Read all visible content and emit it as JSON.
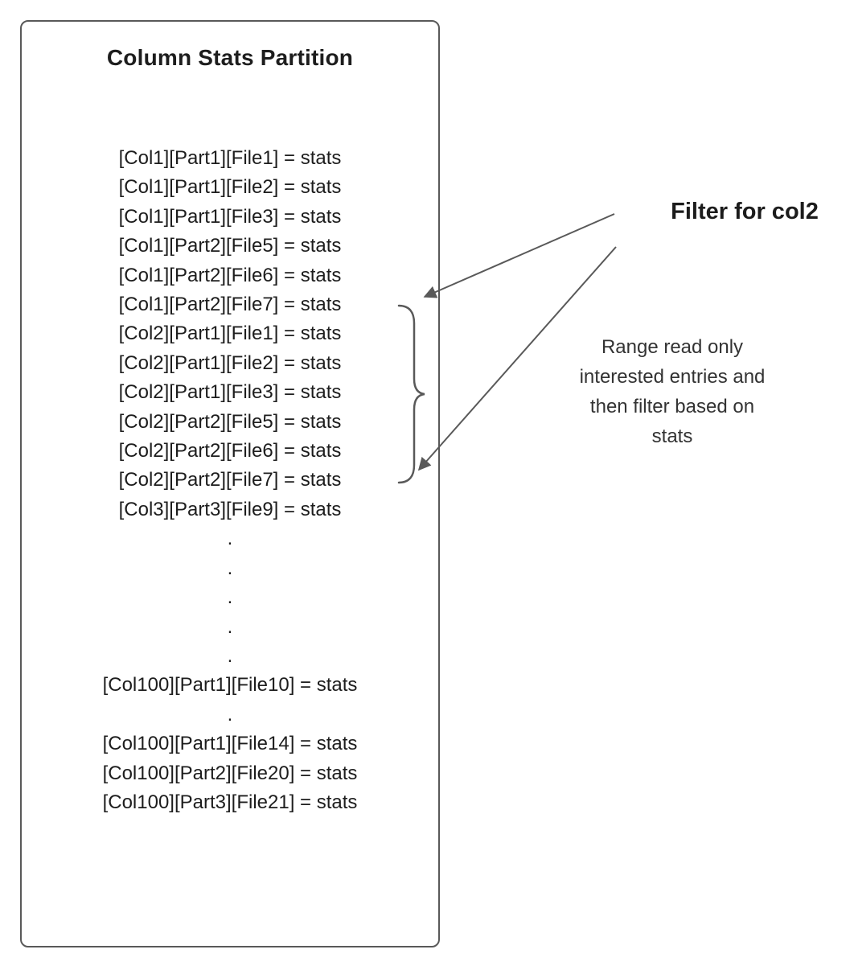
{
  "box": {
    "title": "Column Stats Partition",
    "entries": [
      "[Col1][Part1][File1] = stats",
      "[Col1][Part1][File2] = stats",
      "[Col1][Part1][File3] = stats",
      "[Col1][Part2][File5] = stats",
      "[Col1][Part2][File6] = stats",
      "[Col1][Part2][File7] = stats",
      "[Col2][Part1][File1] = stats",
      "[Col2][Part1][File2] = stats",
      "[Col2][Part1][File3] = stats",
      "[Col2][Part2][File5] = stats",
      "[Col2][Part2][File6] = stats",
      "[Col2][Part2][File7] = stats",
      "[Col3][Part3][File9] = stats",
      ".",
      ".",
      ".",
      ".",
      ".",
      "[Col100][Part1][File10] = stats",
      ".",
      "[Col100][Part1][File14] = stats",
      "[Col100][Part2][File20] = stats",
      "[Col100][Part3][File21] = stats"
    ]
  },
  "annotations": {
    "filter_label": "Filter for col2",
    "note": "Range read only interested entries and then filter based on stats",
    "note_lines": [
      "Range read only",
      "interested entries and",
      "then filter based on",
      "stats"
    ]
  },
  "colors": {
    "stroke": "#595959",
    "text": "#1d1d1d"
  }
}
